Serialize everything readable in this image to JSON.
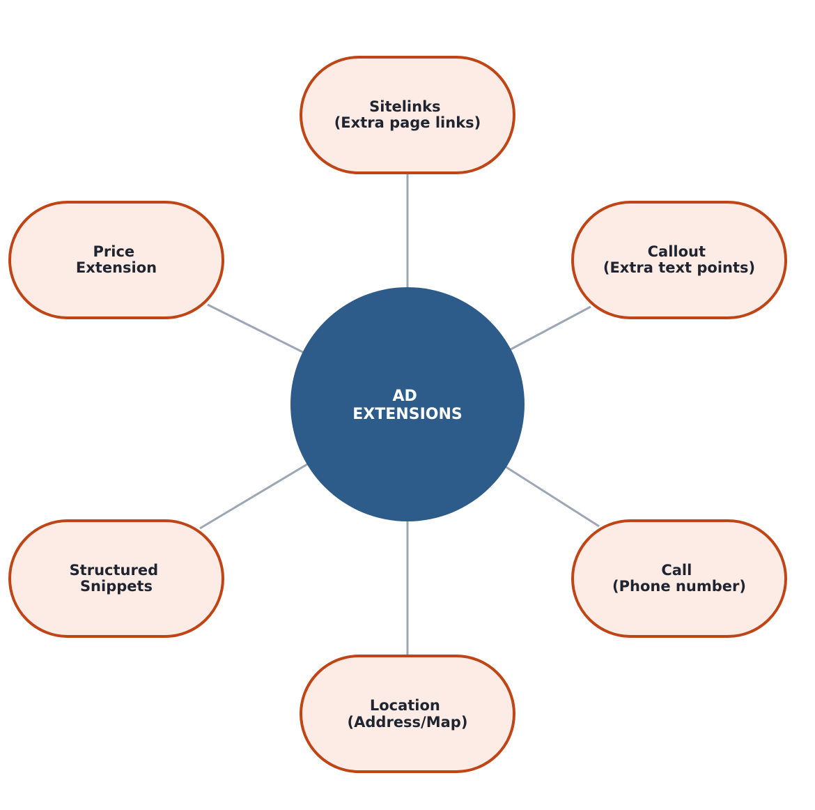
{
  "center": {
    "lines": [
      "AD",
      "EXTENSIONS"
    ]
  },
  "nodes": [
    {
      "id": "sitelinks",
      "lines": [
        "Sitelinks",
        "(Extra page links)"
      ]
    },
    {
      "id": "callout",
      "lines": [
        "Callout",
        "(Extra text points)"
      ]
    },
    {
      "id": "call",
      "lines": [
        "Call",
        "(Phone number)"
      ]
    },
    {
      "id": "location",
      "lines": [
        "Location",
        "(Address/Map)"
      ]
    },
    {
      "id": "structured-snippets",
      "lines": [
        "Structured",
        "Snippets"
      ]
    },
    {
      "id": "price-extension",
      "lines": [
        "Price",
        "Extension"
      ]
    }
  ],
  "colors": {
    "center_fill": "#2e5c8a",
    "node_fill": "#fcece5",
    "node_stroke": "#bf4516",
    "connector": "#9ca6b4"
  }
}
